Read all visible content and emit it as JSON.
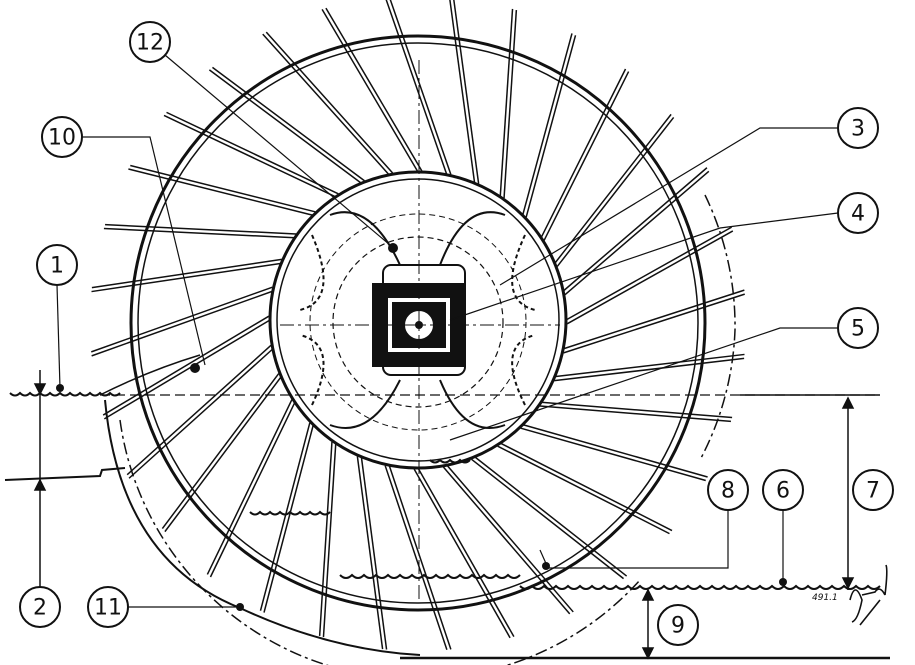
{
  "drawing": {
    "callouts": [
      {
        "id": "1",
        "label": "1"
      },
      {
        "id": "2",
        "label": "2"
      },
      {
        "id": "3",
        "label": "3"
      },
      {
        "id": "4",
        "label": "4"
      },
      {
        "id": "5",
        "label": "5"
      },
      {
        "id": "6",
        "label": "6"
      },
      {
        "id": "7",
        "label": "7"
      },
      {
        "id": "8",
        "label": "8"
      },
      {
        "id": "9",
        "label": "9"
      },
      {
        "id": "10",
        "label": "10"
      },
      {
        "id": "11",
        "label": "11"
      },
      {
        "id": "12",
        "label": "12"
      }
    ],
    "drawing_number": "491.1",
    "signature": "signature",
    "blade_count": 32,
    "ink_color": "#111111"
  }
}
